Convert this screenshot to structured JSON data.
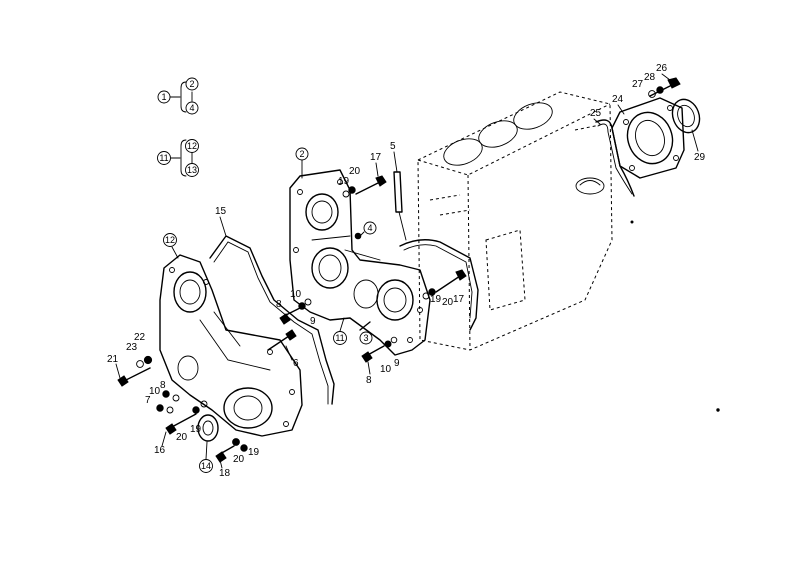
{
  "legend": {
    "group1": {
      "main": "1",
      "upper": "2",
      "lower": "4"
    },
    "group2": {
      "main": "11",
      "upper": "12",
      "lower": "13"
    }
  },
  "callouts": {
    "c2": "2",
    "c3": "3",
    "c4": "4",
    "c5": "5",
    "c6": "6",
    "c7": "7",
    "c8a": "8",
    "c8b": "8",
    "c8c": "8",
    "c9a": "9",
    "c9b": "9",
    "c10a": "10",
    "c10b": "10",
    "c10c": "10",
    "c11": "11",
    "c12": "12",
    "c14": "14",
    "c15": "15",
    "c16": "16",
    "c17a": "17",
    "c17b": "17",
    "c18": "18",
    "c19a": "19",
    "c19b": "19",
    "c19c": "19",
    "c19d": "19",
    "c20a": "20",
    "c20b": "20",
    "c20c": "20",
    "c20d": "20",
    "c21": "21",
    "c22": "22",
    "c23": "23",
    "c24": "24",
    "c25": "25",
    "c26": "26",
    "c27": "27",
    "c28": "28",
    "c29": "29"
  }
}
